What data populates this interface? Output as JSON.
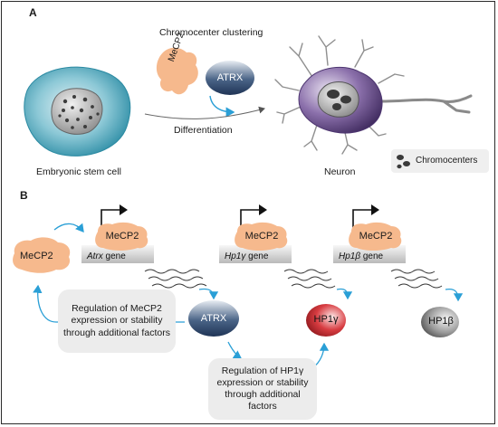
{
  "panel_a": {
    "label": "A",
    "title": "Chromocenter clustering",
    "mecp2": "MeCP2",
    "atrx": "ATRX",
    "arrow_label": "Differentiation",
    "left_cell_label": "Embryonic stem cell",
    "right_cell_label": "Neuron",
    "legend_label": "Chromocenters"
  },
  "panel_b": {
    "label": "B",
    "free_mecp2": "MeCP2",
    "bound_mecp2": [
      "MeCP2",
      "MeCP2",
      "MeCP2"
    ],
    "genes": [
      {
        "italic": "Atrx",
        "suffix": " gene"
      },
      {
        "italic": "Hp1γ",
        "suffix": " gene"
      },
      {
        "italic": "Hp1β",
        "suffix": " gene"
      }
    ],
    "atrx": "ATRX",
    "hp1g": "HP1γ",
    "hp1b": "HP1β",
    "box1": "Regulation of MeCP2 expression or stability through additional factors",
    "box2": "Regulation of HP1γ expression or stability through additional factors"
  },
  "colors": {
    "mecp2": "#f6b98d",
    "stem_cell": "#2f9bb3",
    "neuron": "#6b4a8f",
    "atrx": "#243e63",
    "hp1g": "#c8262b",
    "hp1b": "#6e6e6e",
    "arrows": "#2a9fd6"
  }
}
